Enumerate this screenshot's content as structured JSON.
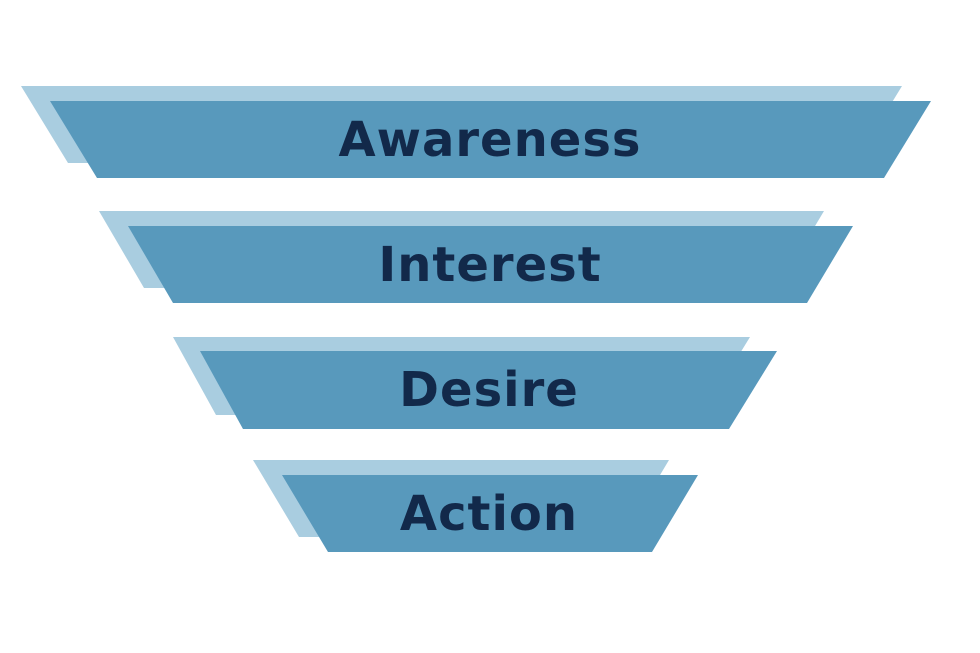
{
  "diagram": {
    "type": "funnel",
    "stages": [
      {
        "id": "awareness",
        "label": "Awareness"
      },
      {
        "id": "interest",
        "label": "Interest"
      },
      {
        "id": "desire",
        "label": "Desire"
      },
      {
        "id": "action",
        "label": "Action"
      }
    ],
    "colors": {
      "bar": "#5899BC",
      "shadow": "#A9CDE0",
      "label_text": "#12294A",
      "background": "#FFFFFF"
    }
  }
}
